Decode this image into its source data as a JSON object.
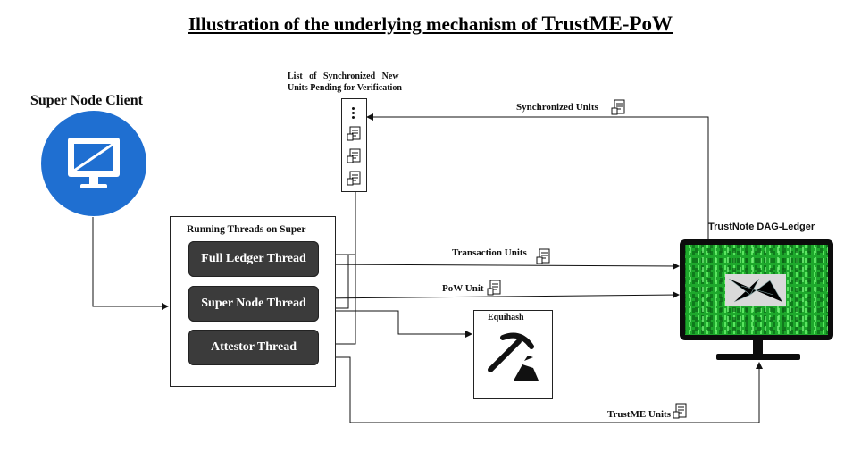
{
  "title": {
    "prefix": "Illustration of the underlying mechanism of ",
    "emph": "TrustME-PoW"
  },
  "client": {
    "label": "Super Node Client",
    "icon": "monitor-icon"
  },
  "pending_list": {
    "label_line1": "List   of   Synchronized   New",
    "label_line2": "Units Pending for Verification",
    "icons": [
      "ellipsis-icon",
      "document-icon",
      "document-icon",
      "document-icon"
    ]
  },
  "threads_panel": {
    "label": "Running Threads on Super",
    "threads": [
      "Full Ledger Thread",
      "Super Node Thread",
      "Attestor Thread"
    ]
  },
  "equihash": {
    "label": "Equihash",
    "icon": "pickaxe-icon"
  },
  "ledger": {
    "label": "TrustNote DAG-Ledger",
    "icon": "monitor-binary-icon"
  },
  "flows": {
    "synchronized": "Synchronized Units",
    "transaction": "Transaction Units",
    "pow": "PoW Unit",
    "trustme": "TrustME Units"
  },
  "colors": {
    "client_blue": "#1f6fd1",
    "ledger_green": "#18b52a",
    "thread_bg": "#3b3b3b"
  }
}
